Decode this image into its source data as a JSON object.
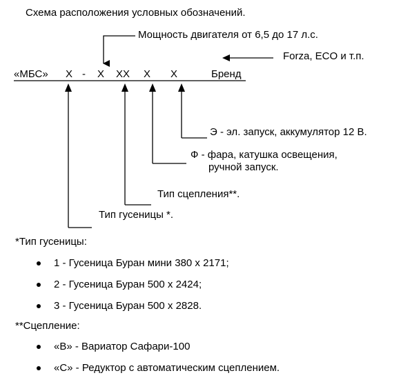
{
  "heading": "Схема расположения условных обозначений.",
  "code": {
    "brand_prefix": "«МБС»",
    "pos1": "Х",
    "dash1": "-",
    "pos2": "Х",
    "pos3": "ХХ",
    "pos4": "Х",
    "pos5": "Х",
    "brand": "Бренд"
  },
  "callouts": {
    "engine_power": "Мощность двигателя от 6,5 до 17 л.с.",
    "brand_examples": "Forza, ECO и т.п.",
    "electric_start": "Э - эл. запуск, аккумулятор 12 В.",
    "headlight_line1": "Ф - фара, катушка освещения,",
    "headlight_line2": "ручной запуск.",
    "clutch_type": "Тип сцепления**.",
    "track_type": "Тип гусеницы *."
  },
  "tracks": {
    "title": "*Тип гусеницы:",
    "items": [
      "1 - Гусеница Буран мини 380 х 2171;",
      "2 - Гусеница Буран 500 х 2424;",
      "3 - Гусеница Буран 500 х 2828."
    ]
  },
  "clutch": {
    "title": "**Сцепление:",
    "items": [
      "«В» - Вариатор Сафари-100",
      "«С» - Редуктор с автоматическим сцеплением."
    ]
  }
}
